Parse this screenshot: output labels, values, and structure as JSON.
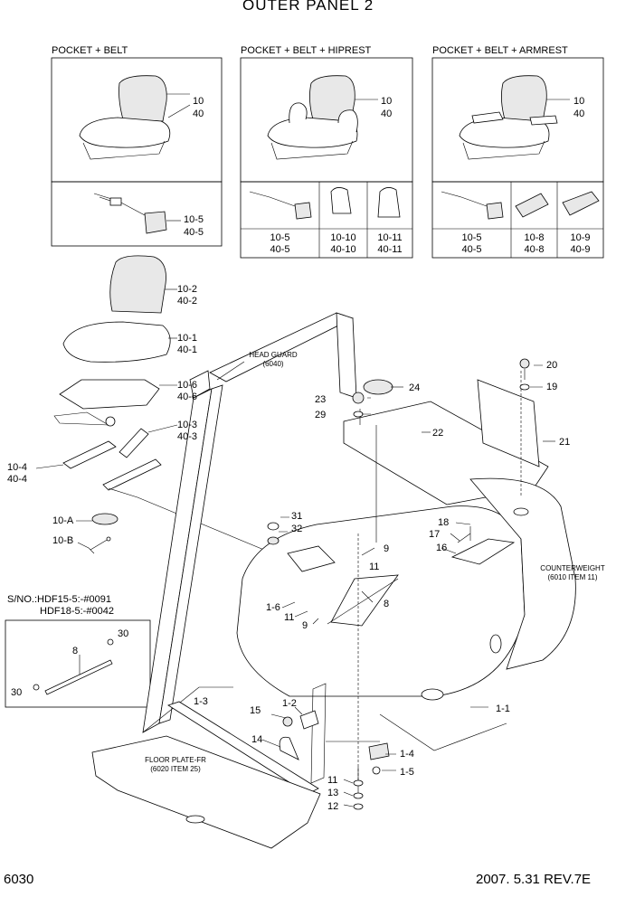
{
  "title": "OUTER PANEL 2",
  "page_number": "6030",
  "revision": "2007. 5.31  REV.7E",
  "boxes": {
    "box1": {
      "heading": "POCKET + BELT",
      "seat_ref_a": "10",
      "seat_ref_b": "40",
      "belt_ref_a": "10-5",
      "belt_ref_b": "40-5"
    },
    "box2": {
      "heading": "POCKET + BELT + HIPREST",
      "seat_ref_a": "10",
      "seat_ref_b": "40",
      "cells": [
        {
          "a": "10-5",
          "b": "40-5"
        },
        {
          "a": "10-10",
          "b": "40-10"
        },
        {
          "a": "10-11",
          "b": "40-11"
        }
      ]
    },
    "box3": {
      "heading": "POCKET + BELT + ARMREST",
      "seat_ref_a": "10",
      "seat_ref_b": "40",
      "cells": [
        {
          "a": "10-5",
          "b": "40-5"
        },
        {
          "a": "10-8",
          "b": "40-8"
        },
        {
          "a": "10-9",
          "b": "40-9"
        }
      ]
    }
  },
  "seat_parts": {
    "p10_2": {
      "a": "10-2",
      "b": "40-2"
    },
    "p10_1": {
      "a": "10-1",
      "b": "40-1"
    },
    "p10_6": {
      "a": "10-6",
      "b": "40-6"
    },
    "p10_3": {
      "a": "10-3",
      "b": "40-3"
    },
    "p10_4": {
      "a": "10-4",
      "b": "40-4"
    },
    "p10_A": "10-A",
    "p10_B": "10-B"
  },
  "serial": {
    "line1": "S/NO.:HDF15-5:-#0091",
    "line2": "HDF18-5:-#0042"
  },
  "detail_labels": {
    "p8": "8",
    "p30a": "30",
    "p30b": "30"
  },
  "refs": {
    "head_guard_l1": "HEAD GUARD",
    "head_guard_l2": "(6040)",
    "counterweight_l1": "COUNTERWEIGHT",
    "counterweight_l2": "(6010 ITEM 11)",
    "floor_plate_l1": "FLOOR PLATE-FR",
    "floor_plate_l2": "(6020 ITEM 25)"
  },
  "callouts": {
    "c20": "20",
    "c19": "19",
    "c21": "21",
    "c22": "22",
    "c24": "24",
    "c23": "23",
    "c29": "29",
    "c31": "31",
    "c32": "32",
    "c18": "18",
    "c17": "17",
    "c16": "16",
    "c9a": "9",
    "c11a": "11",
    "c8": "8",
    "c1_6": "1-6",
    "c11b": "11",
    "c9b": "9",
    "c1_1": "1-1",
    "c1_3": "1-3",
    "c15": "15",
    "c1_2": "1-2",
    "c14": "14",
    "c1_4": "1-4",
    "c1_5": "1-5",
    "c11c": "11",
    "c13": "13",
    "c12": "12"
  }
}
